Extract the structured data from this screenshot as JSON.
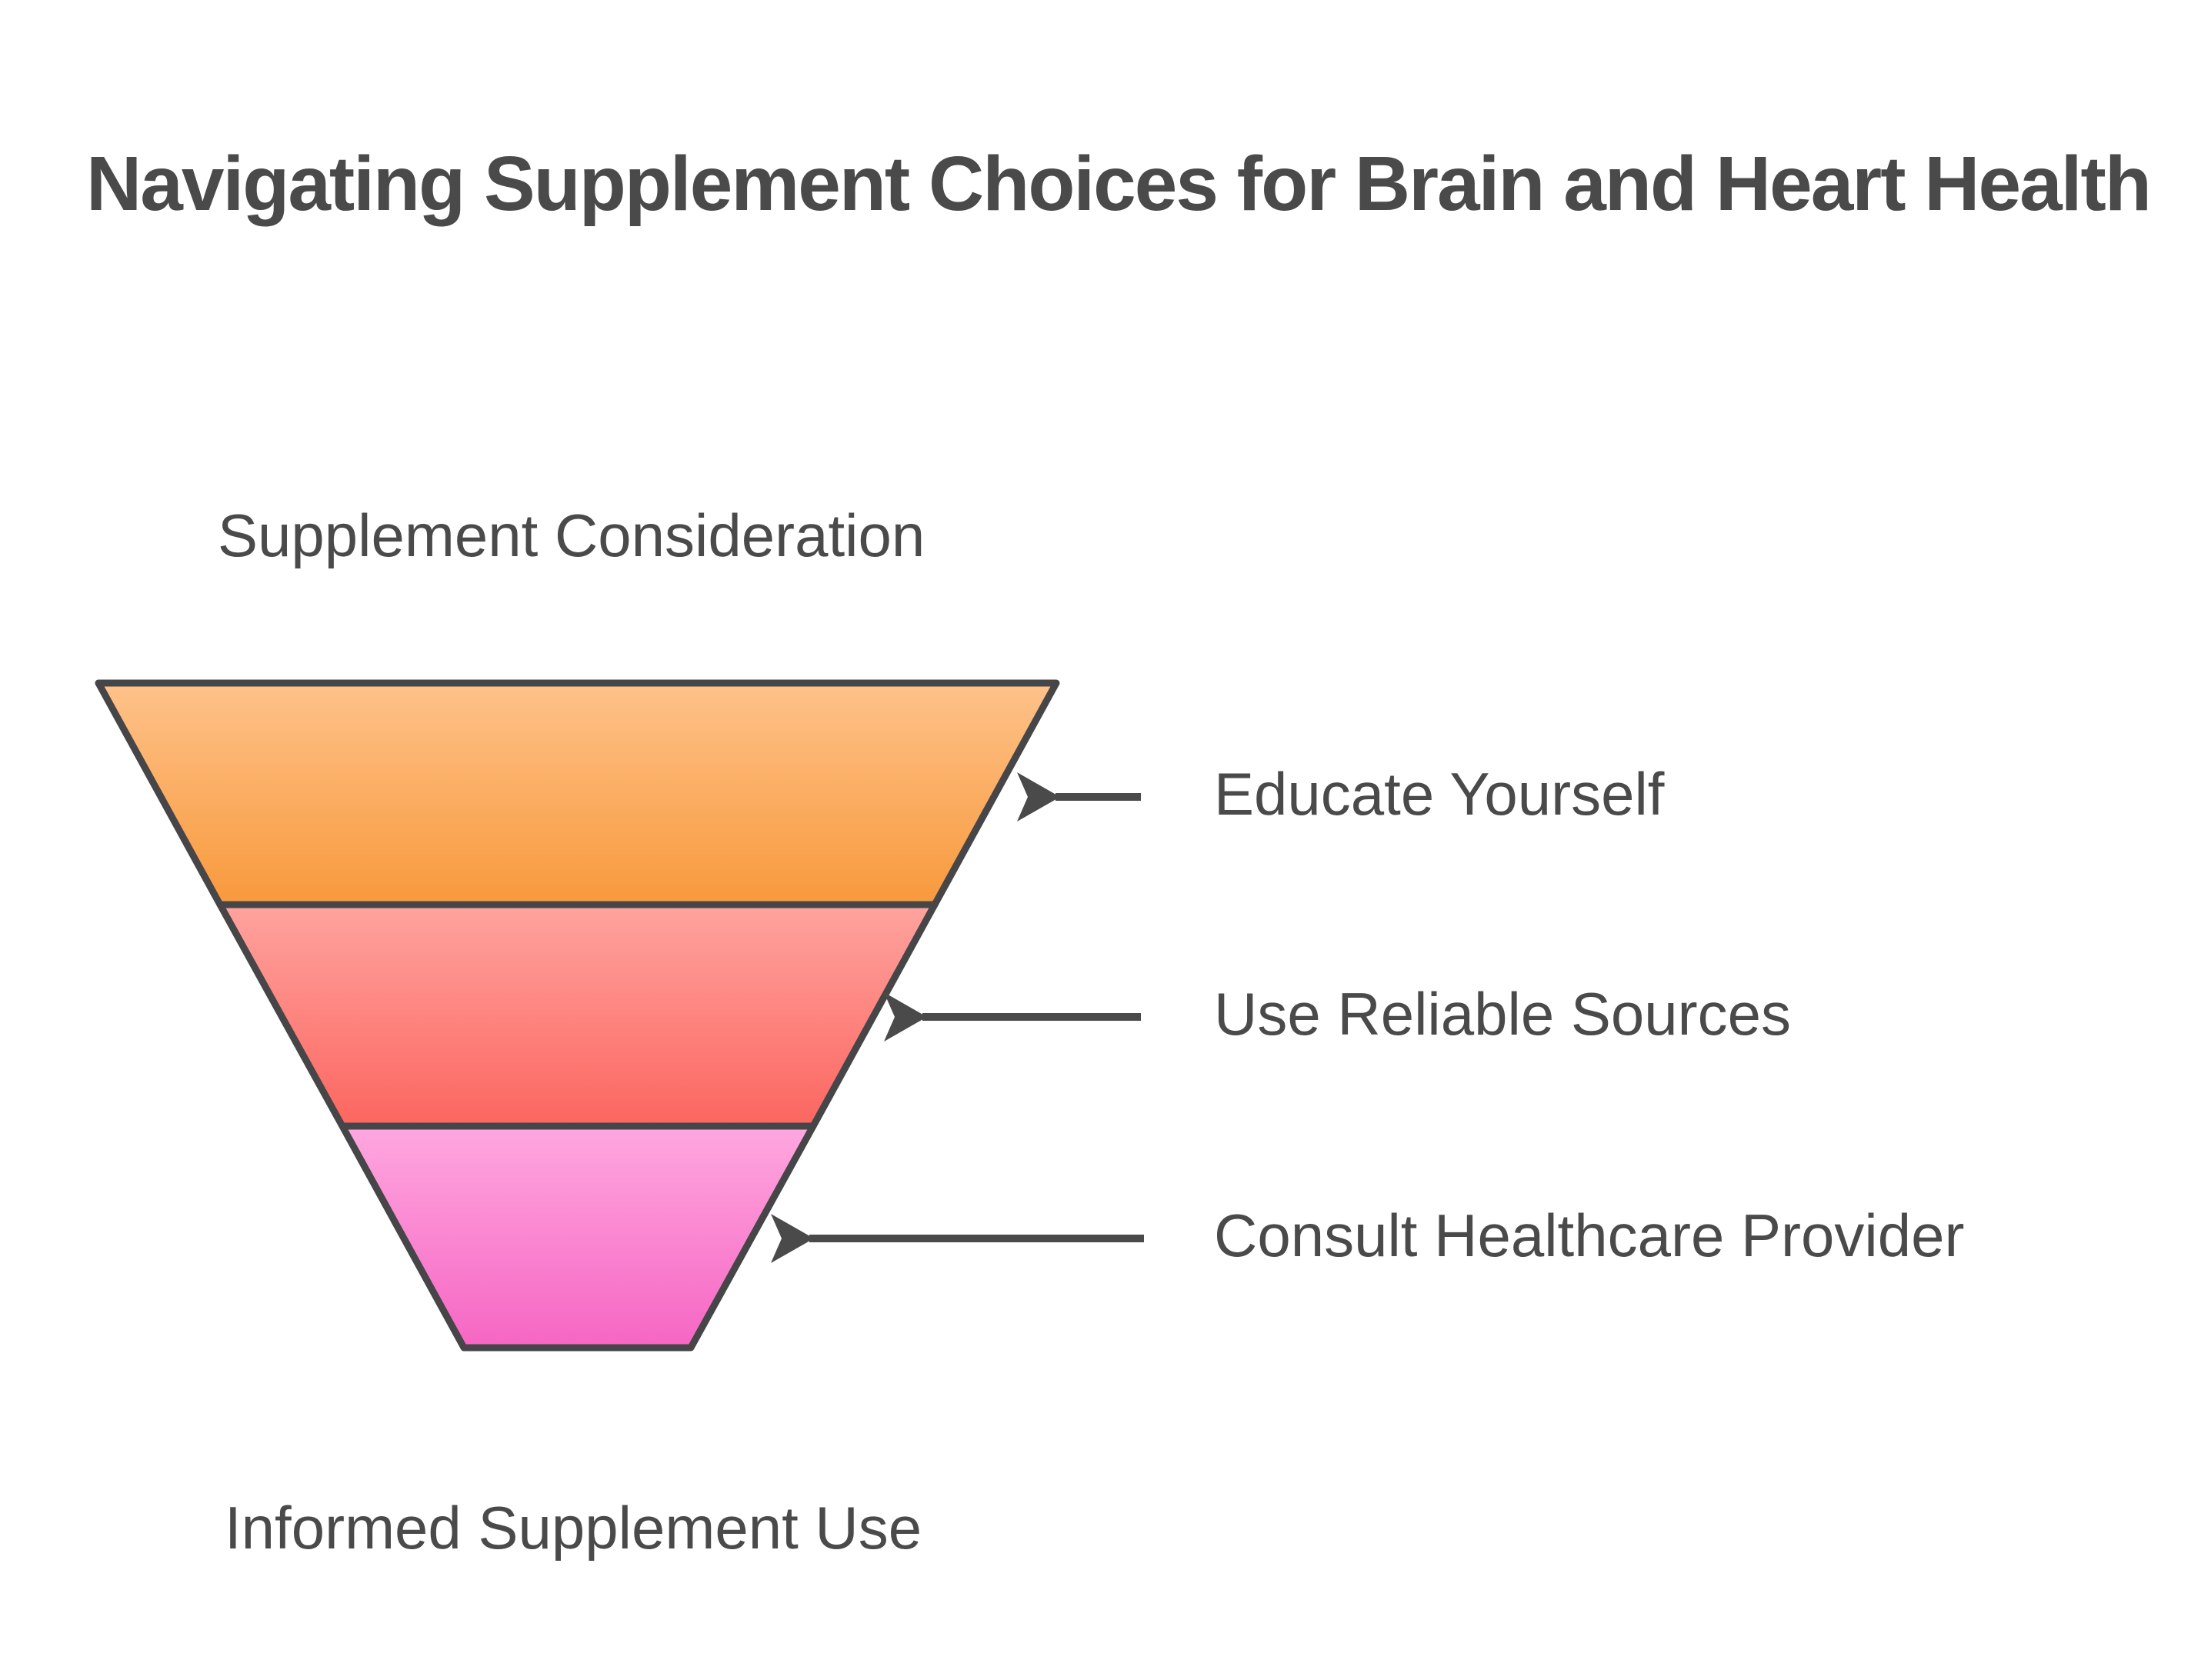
{
  "title": "Navigating Supplement Choices for Brain and Heart Health",
  "funnel": {
    "top_label": "Supplement Consideration",
    "bottom_label": "Informed Supplement Use",
    "outline_color": "#464649",
    "text_color": "#4A4A4A",
    "arrow_color": "#4A4A4A",
    "stages": [
      {
        "label": "Educate Yourself",
        "color_top": "#FEC28A",
        "color_bottom": "#F8993C"
      },
      {
        "label": "Use Reliable Sources",
        "color_top": "#FFA39E",
        "color_bottom": "#FC6660"
      },
      {
        "label": "Consult Healthcare Provider",
        "color_top": "#FFA7DF",
        "color_bottom": "#F566C3"
      }
    ]
  }
}
